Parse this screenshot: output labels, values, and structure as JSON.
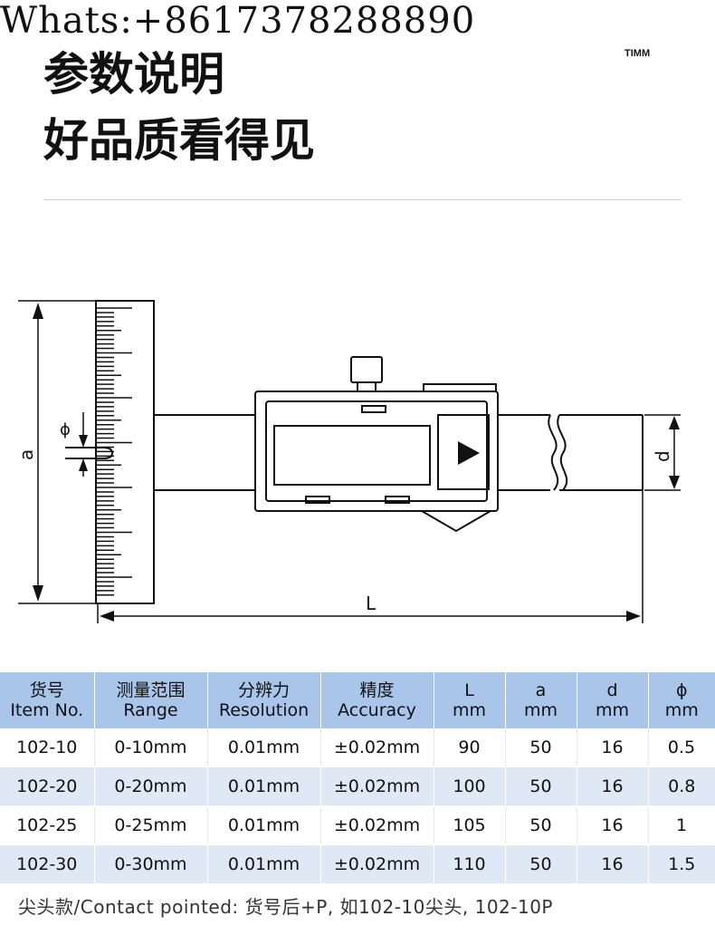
{
  "watermark": "Whats:+8617378288890",
  "title_line1": "参数说明",
  "title_line2": "好品质看得见",
  "brand": "TIMM",
  "diagram": {
    "label_a": "a",
    "label_phi": "ϕ",
    "label_d": "d",
    "label_L": "L"
  },
  "table": {
    "headers": [
      {
        "zh": "货号",
        "en": "Item No."
      },
      {
        "zh": "测量范围",
        "en": "Range"
      },
      {
        "zh": "分辨力",
        "en": "Resolution"
      },
      {
        "zh": "精度",
        "en": "Accuracy"
      },
      {
        "zh": "L",
        "en": "mm"
      },
      {
        "zh": "a",
        "en": "mm"
      },
      {
        "zh": "d",
        "en": "mm"
      },
      {
        "zh": "ϕ",
        "en": "mm"
      }
    ],
    "rows": [
      [
        "102-10",
        "0-10mm",
        "0.01mm",
        "±0.02mm",
        "90",
        "50",
        "16",
        "0.5"
      ],
      [
        "102-20",
        "0-20mm",
        "0.01mm",
        "±0.02mm",
        "100",
        "50",
        "16",
        "0.8"
      ],
      [
        "102-25",
        "0-25mm",
        "0.01mm",
        "±0.02mm",
        "105",
        "50",
        "16",
        "1"
      ],
      [
        "102-30",
        "0-30mm",
        "0.01mm",
        "±0.02mm",
        "110",
        "50",
        "16",
        "1.5"
      ]
    ]
  },
  "note": "尖头款/Contact pointed: 货号后+P, 如102-10尖头, 102-10P"
}
